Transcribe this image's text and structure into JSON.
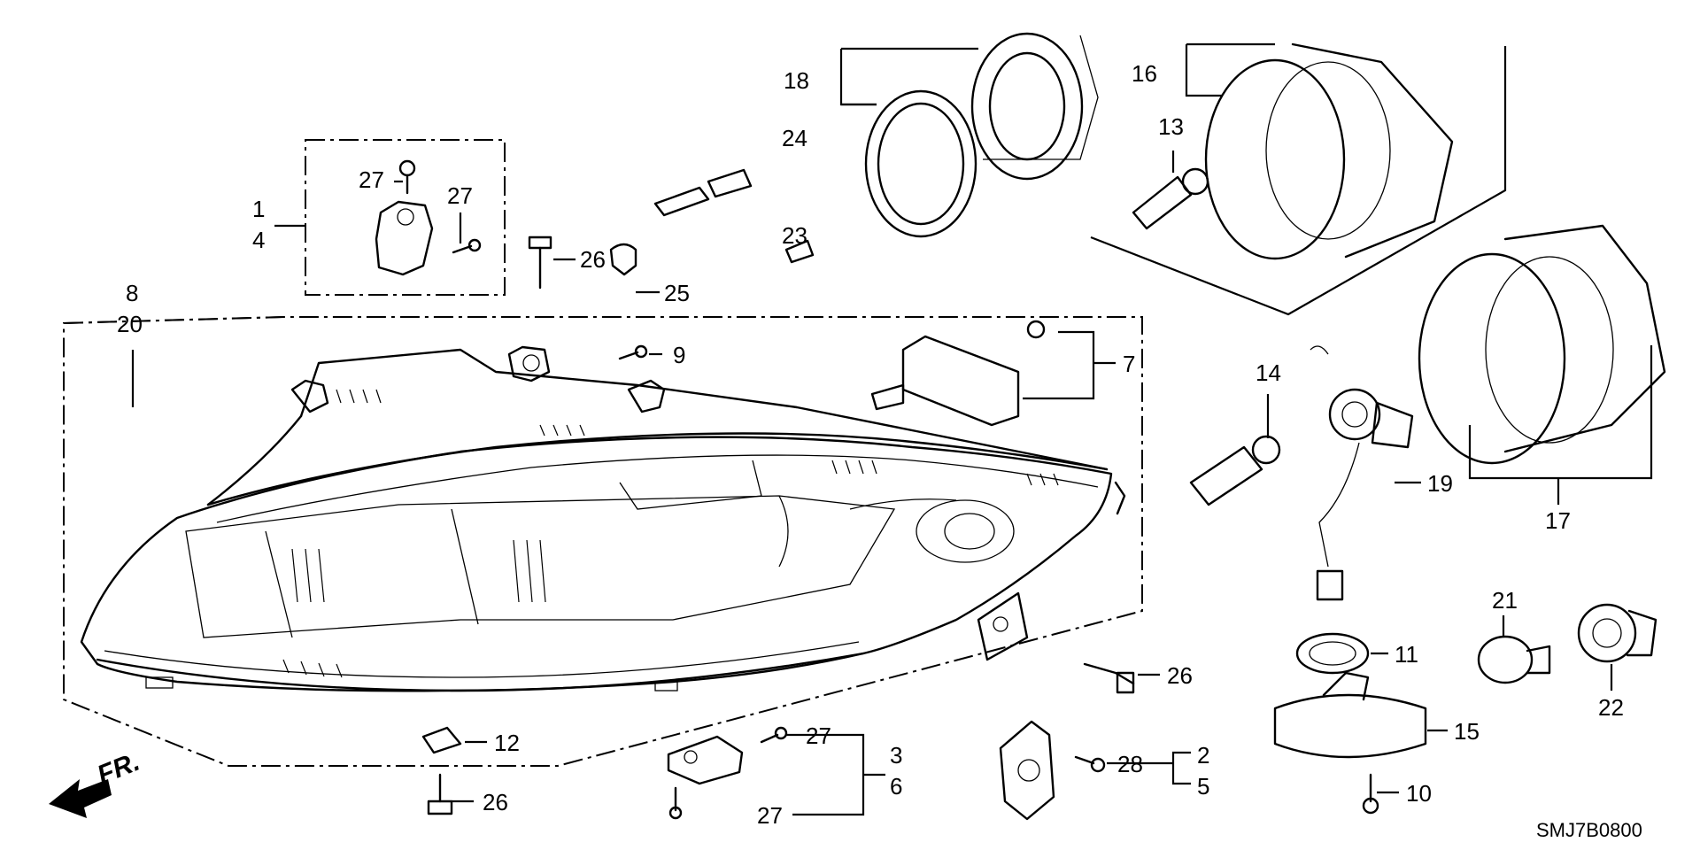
{
  "callouts": {
    "c1": "1",
    "c4": "4",
    "c27a": "27",
    "c27b": "27",
    "c26a": "26",
    "c25": "25",
    "c24": "24",
    "c23": "23",
    "c18": "18",
    "c16": "16",
    "c13": "13",
    "c8": "8",
    "c20": "20",
    "c9": "9",
    "c7": "7",
    "c14": "14",
    "c19": "19",
    "c17": "17",
    "c21": "21",
    "c22": "22",
    "c11": "11",
    "c15": "15",
    "c10": "10",
    "c26b": "26",
    "c12": "12",
    "c27c": "27",
    "c3": "3",
    "c6": "6",
    "c27d": "27",
    "c28": "28",
    "c2": "2",
    "c5": "5",
    "c26c": "26"
  },
  "front_marker": "FR.",
  "diagram_code": "SMJ7B0800"
}
